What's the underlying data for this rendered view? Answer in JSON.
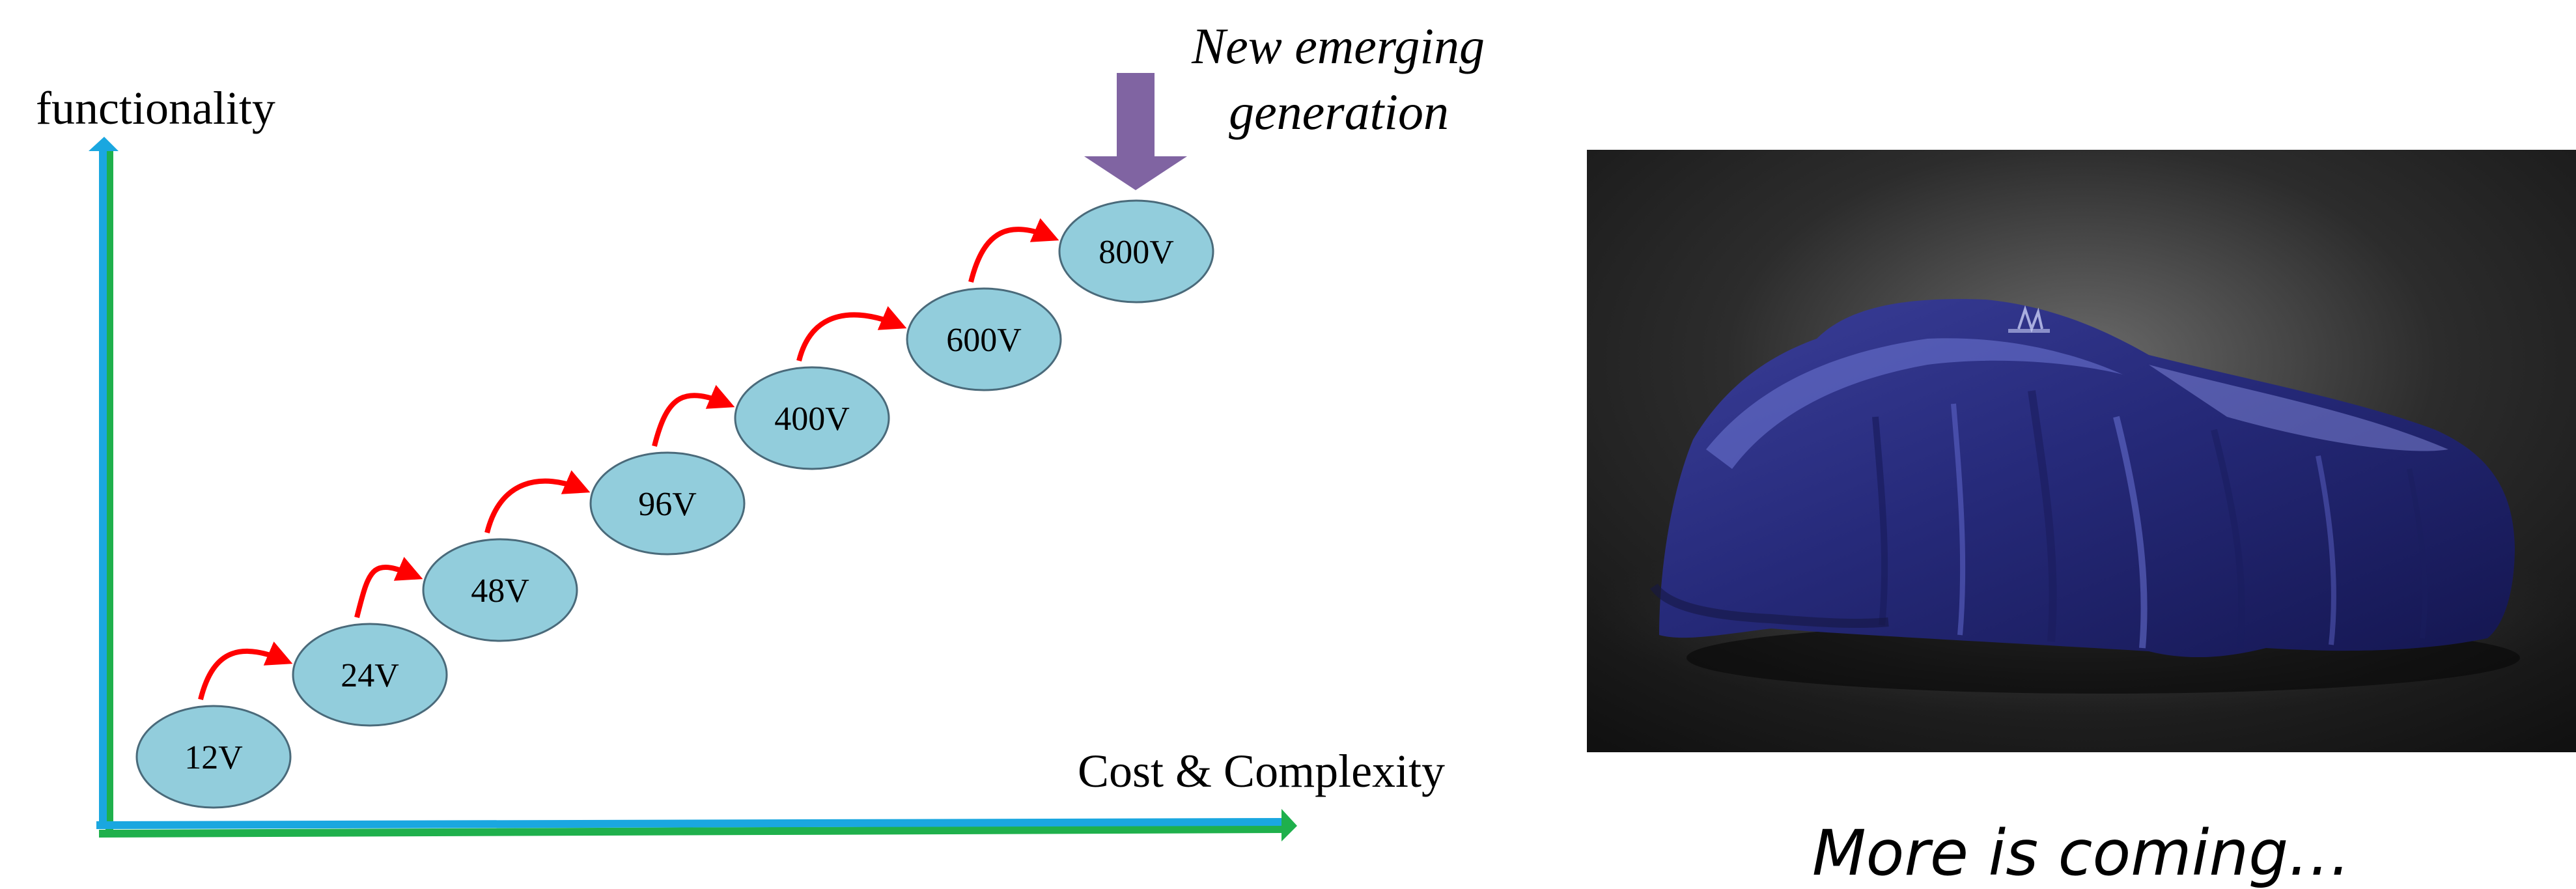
{
  "diagram": {
    "y_axis_label": "functionality",
    "x_axis_label": "Cost & Complexity",
    "callout": {
      "line1": "New emerging",
      "line2": "generation"
    },
    "voltages": [
      "12V",
      "24V",
      "48V",
      "96V",
      "400V",
      "600V",
      "800V"
    ],
    "colors": {
      "axis_blue": "#1aa7e0",
      "axis_green": "#1fb04c",
      "ellipse_fill": "#92cddc",
      "ellipse_stroke": "#4a6a7a",
      "progress_arrow": "#ff0000",
      "callout_arrow": "#8064a2"
    }
  },
  "photo": {
    "subject": "covered-car",
    "caption": "More is coming…"
  }
}
